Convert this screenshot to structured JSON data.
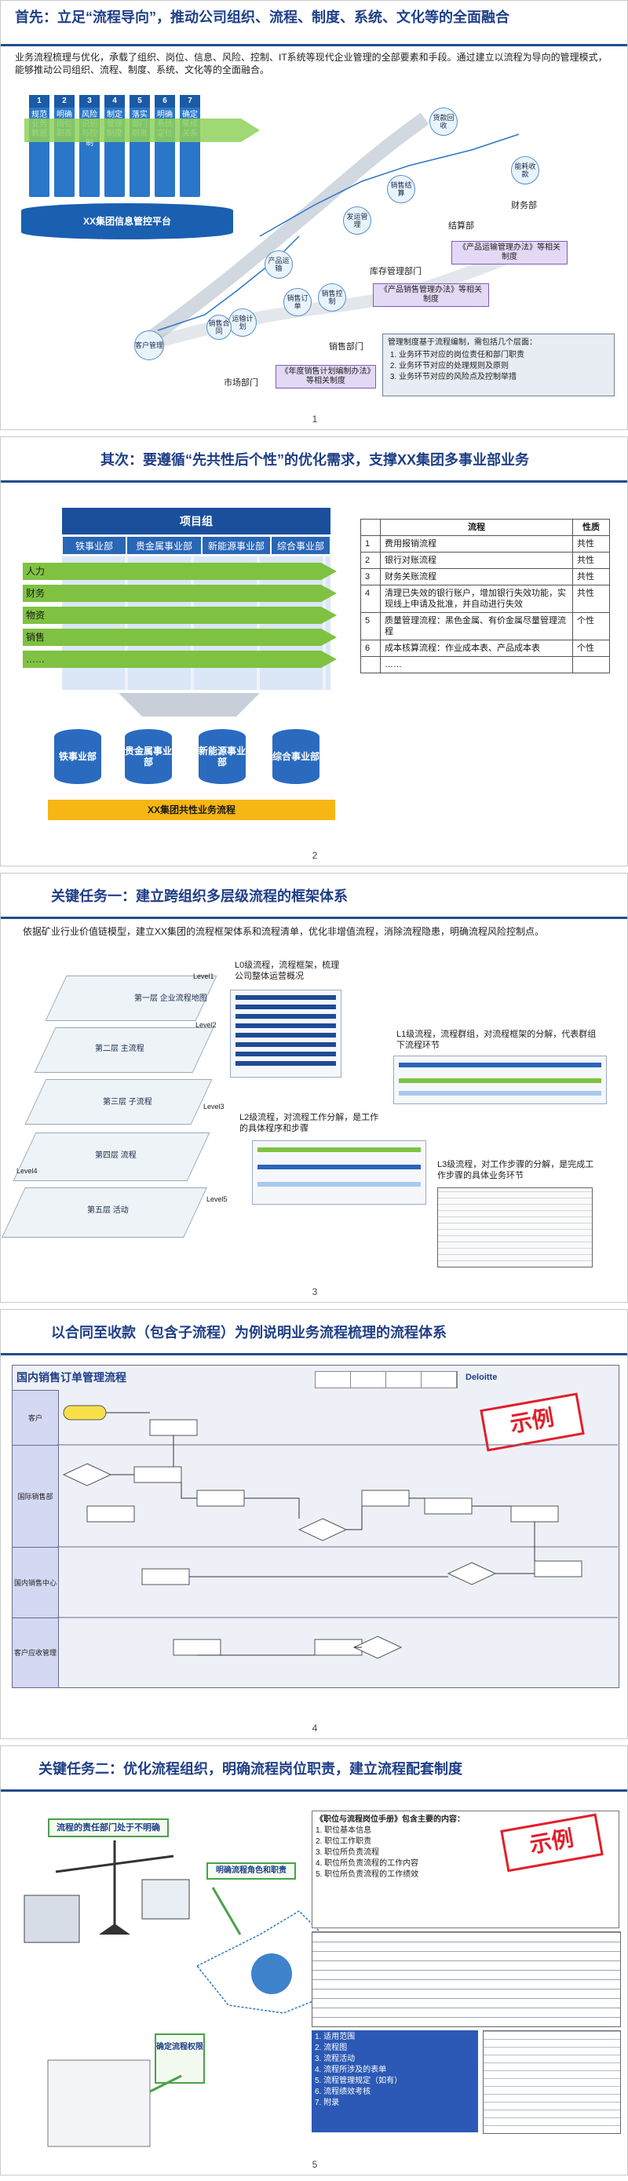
{
  "slides": [
    {
      "title": "首先：立足“流程导向”，推动公司组织、流程、制度、系统、文化等的全面融合",
      "intro": "业务流程梳理与优化，承载了组织、岗位、信息、风险、控制、IT系统等现代企业管理的全部要素和手段。通过建立以流程为导向的管理模式，能够推动公司组织、流程、制度、系统、文化等的全面融合。",
      "columns": [
        {
          "num": "1",
          "label": "规范业务数据"
        },
        {
          "num": "2",
          "label": "明确岗位职责"
        },
        {
          "num": "3",
          "label": "风险识别与控制"
        },
        {
          "num": "4",
          "label": "制定管理制度"
        },
        {
          "num": "5",
          "label": "落实部门职责"
        },
        {
          "num": "6",
          "label": "明确系统定位"
        },
        {
          "num": "7",
          "label": "确定集成关系"
        }
      ],
      "platform": "XX集团信息管控平台",
      "bubbles": [
        "客户管理",
        "运输计划",
        "销售合同",
        "销售订单",
        "销售控制",
        "产品运输",
        "发运管理",
        "销售结算",
        "货款回收",
        "能耗收款"
      ],
      "depts": [
        "销售部门",
        "市场部门",
        "库存管理部门",
        "结算部",
        "财务部"
      ],
      "pills": [
        "《产品运输管理办法》等相关制度",
        "《产品销售管理办法》等相关制度",
        "《年度销售计划编制办法》等相关制度"
      ],
      "note_title": "管理制度基于流程编制，需包括几个层面：",
      "note_items": [
        "业务环节对应的岗位责任和部门职责",
        "业务环节对应的处理规则及原则",
        "业务环节对应的风险点及控制举措"
      ],
      "num": "1"
    },
    {
      "title": "其次：要遵循“先共性后个性”的优化需求，支撑XX集团多事业部业务",
      "project": "项目组",
      "bus": [
        "铁事业部",
        "贵金属事业部",
        "新能源事业部",
        "综合事业部"
      ],
      "rows": [
        "人力",
        "财务",
        "物资",
        "销售",
        "……"
      ],
      "cylinders": [
        "铁事业部",
        "贵金属事业部",
        "新能源事业部",
        "综合事业部"
      ],
      "shared": "XX集团共性业务流程",
      "table": {
        "headers": [
          "",
          "流程",
          "性质"
        ],
        "rows": [
          [
            "1",
            "费用报销流程",
            "共性"
          ],
          [
            "2",
            "银行对账流程",
            "共性"
          ],
          [
            "3",
            "财务关账流程",
            "共性"
          ],
          [
            "4",
            "清理已失效的银行账户，增加银行失效功能，实现线上申请及批准，并自动进行失效",
            "共性"
          ],
          [
            "5",
            "质量管理流程：黑色金属、有价金属尽量管理流程",
            "个性"
          ],
          [
            "6",
            "成本核算流程：作业成本表、产品成本表",
            "个性"
          ],
          [
            "",
            "……",
            ""
          ]
        ]
      },
      "num": "2"
    },
    {
      "title": "关键任务一：建立跨组织多层级流程的框架体系",
      "intro": "依据矿业行业价值链模型，建立XX集团的流程框架体系和流程清单，优化非增值流程，消除流程隐患，明确流程风险控制点。",
      "levels": [
        "Level1",
        "Level2",
        "Level3",
        "Level4",
        "Level5"
      ],
      "layers": [
        "第一层 企业流程地图",
        "第二层 主流程",
        "第三层 子流程",
        "第四层 流程",
        "第五层 活动"
      ],
      "callouts": [
        "L0级流程，流程框架，梳理公司整体运营概况",
        "L1级流程，流程群组，对流程框架的分解，代表群组下流程环节",
        "L2级流程，对流程工作分解，是工作的具体程序和步骤",
        "L3级流程，对工作步骤的分解，是完成工作步骤的具体业务环节"
      ],
      "num": "3"
    },
    {
      "title": "以合同至收款（包含子流程）为例说明业务流程梳理的流程体系",
      "chart_title": "国内销售订单管理流程",
      "stamp": "示例",
      "brand": "Deloitte",
      "lanes": [
        "客户",
        "国际销售部",
        "国内销售中心",
        "客户应收管理"
      ],
      "num": "4"
    },
    {
      "title": "关键任务二：优化流程组织，明确流程岗位职责，建立流程配套制度",
      "label_left": "流程的责任部门处于不明确",
      "label_mid": "明确流程角色和职责",
      "label_right": "确定流程权限",
      "doc_title": "《职位与流程岗位手册》包含主要的内容：",
      "stamp": "示例",
      "doc_lines": [
        "1. 职位基本信息",
        "2. 职位工作职责",
        "3. 职位所负责流程",
        "4. 职位所负责流程的工作内容",
        "5. 职位所负责流程的工作绩效"
      ],
      "doc_band_lines": [
        "1. 适用范围",
        "2. 流程图",
        "3. 流程活动",
        "4. 流程所涉及的表单",
        "5. 流程管理规定（如有）",
        "6. 流程绩效考核",
        "7. 附录"
      ],
      "num": "5"
    }
  ]
}
